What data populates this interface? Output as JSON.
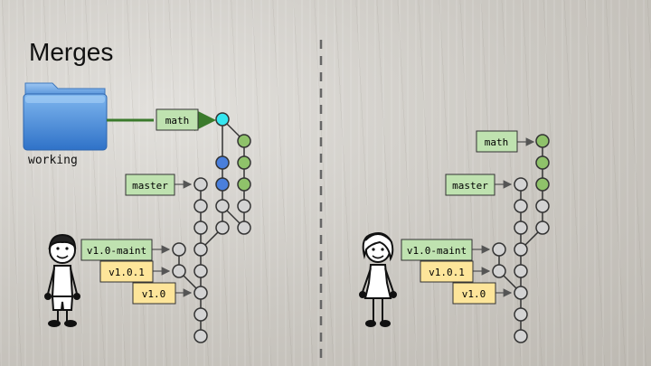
{
  "slide": {
    "title": "Merges",
    "folder_label": "working"
  },
  "left": {
    "labels": {
      "math": "math",
      "master": "master",
      "maint": "v1.0-maint",
      "v101": "v1.0.1",
      "v10": "v1.0"
    }
  },
  "right": {
    "labels": {
      "math": "math",
      "master": "master",
      "maint": "v1.0-maint",
      "v101": "v1.0.1",
      "v10": "v1.0"
    }
  },
  "colors": {
    "green_label": "#bfe2b0",
    "yellow_label": "#fde59a",
    "grey_node": "#d3d3d3",
    "green_node": "#8fc26a",
    "blue_node": "#4a7fdc",
    "head_node": "#35e6f0",
    "folder_blue": "#4e90dc",
    "arrow_green": "#3b7a2c"
  }
}
